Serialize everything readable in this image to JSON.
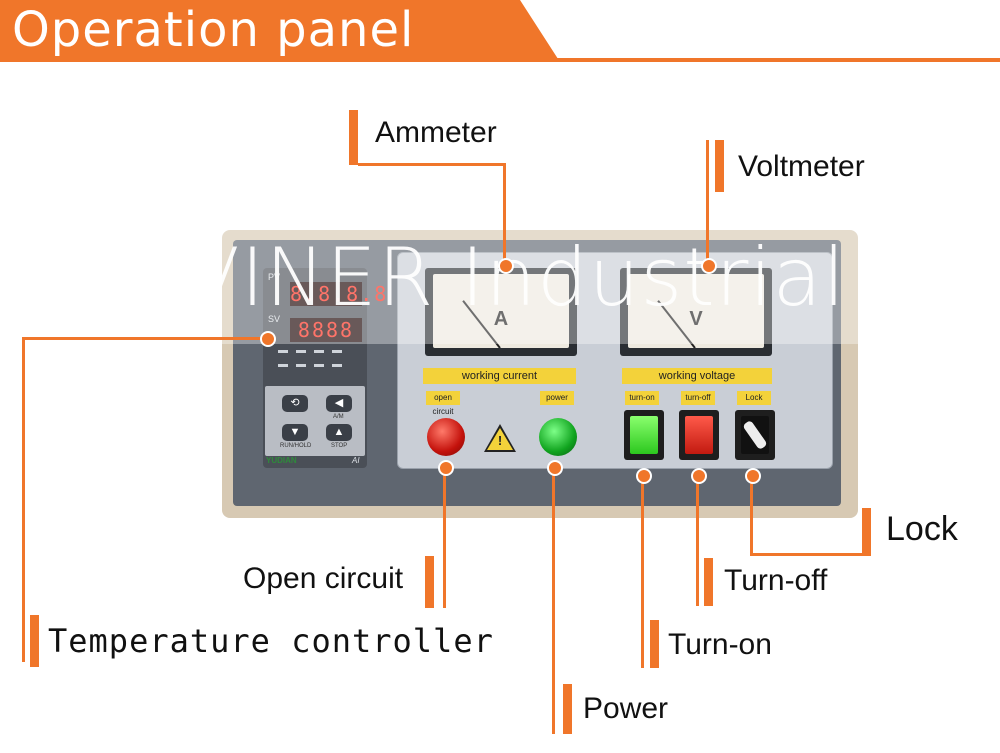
{
  "header": {
    "title": "Operation panel"
  },
  "watermark": {
    "text": "VINER Industrial"
  },
  "device": {
    "controller": {
      "pv_tag": "PV",
      "sv_tag": "SV",
      "pv_display": "8.8.8.8",
      "sv_display": "8888",
      "keys": [
        "⟲",
        "◀",
        "▼",
        "▲"
      ],
      "key_labels": [
        "A/M",
        "RUN/HOLD",
        "STOP"
      ],
      "brand": "YUDIAN",
      "model": "AI"
    },
    "ammeter_letter": "A",
    "voltmeter_letter": "V",
    "strips": {
      "current": "working  current",
      "voltage": "working  voltage"
    },
    "small_labels": {
      "open_circuit": "open circuit",
      "power": "power",
      "turn_on": "turn-on",
      "turn_off": "turn-off",
      "lock": "Lock"
    },
    "warning_symbol": "!"
  },
  "callouts": {
    "ammeter": "Ammeter",
    "voltmeter": "Voltmeter",
    "temperature_controller": "Temperature controller",
    "open_circuit": "Open circuit",
    "power": "Power",
    "turn_on": "Turn-on",
    "turn_off": "Turn-off",
    "lock": "Lock"
  },
  "colors": {
    "accent": "#f0762a",
    "panel_face": "#c9ced6",
    "strip_yellow": "#f3d23a",
    "lamp_red": "#c4120c",
    "lamp_green": "#11a41f"
  }
}
